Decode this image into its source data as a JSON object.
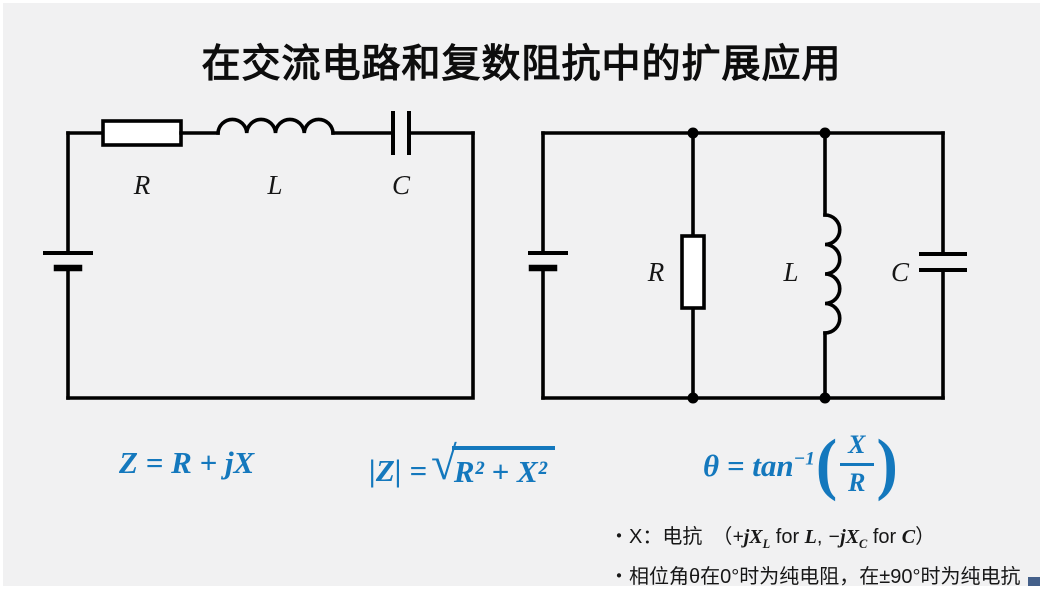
{
  "title": "在交流电路和复数阻抗中的扩展应用",
  "colors": {
    "accent_blue": "#1478bd",
    "background": "#f1f1f2",
    "line": "#000000"
  },
  "series_circuit": {
    "r_label": "R",
    "l_label": "L",
    "c_label": "C"
  },
  "parallel_circuit": {
    "r_label": "R",
    "l_label": "L",
    "c_label": "C"
  },
  "formulas": {
    "impedance": "Z = R + jX",
    "magnitude": {
      "lhs": "|Z| = ",
      "radicand": "R² + X²"
    },
    "phase": {
      "lhs": "θ = tan",
      "exponent": "−1",
      "numerator": "X",
      "denominator": "R"
    }
  },
  "notes": {
    "reactance": {
      "prefix": "・X：电抗　（",
      "term1": "+jX",
      "sub1": "L",
      "for1": " for ",
      "var1": "L",
      "sep": ", ",
      "term2": "−jX",
      "sub2": "C",
      "for2": " for ",
      "var2": "C",
      "suffix": "）"
    },
    "phase_note": "・相位角θ在0°时为纯电阻，在±90°时为纯电抗"
  }
}
